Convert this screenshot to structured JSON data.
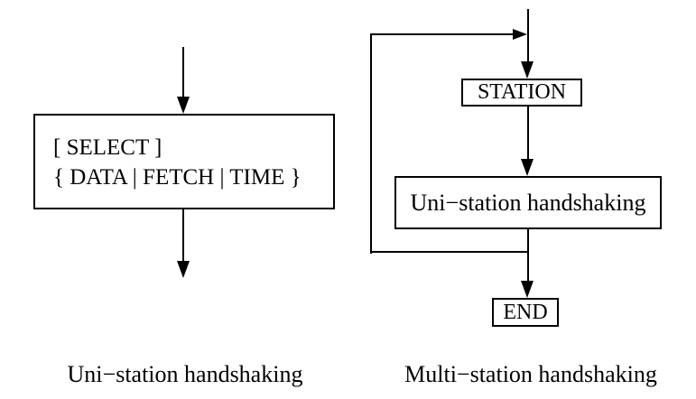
{
  "colors": {
    "stroke": "#000000",
    "background": "#ffffff",
    "text": "#000000"
  },
  "left_diagram": {
    "box": {
      "line1": "[ SELECT ]",
      "line2": "{ DATA | FETCH | TIME }"
    },
    "caption": "Uni−station handshaking"
  },
  "right_diagram": {
    "station_box": "STATION",
    "process_box": "Uni−station handshaking",
    "end_box": "END",
    "caption": "Multi−station handshaking"
  }
}
